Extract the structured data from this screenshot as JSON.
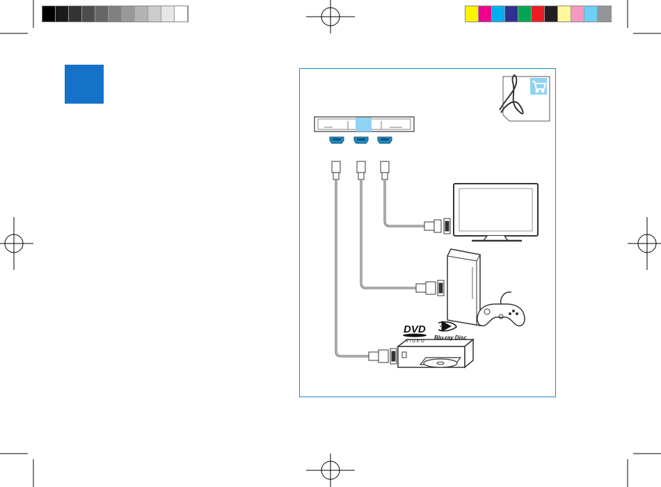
{
  "print_marks": {
    "gray_swatches": [
      "#000000",
      "#1a1a1a",
      "#333333",
      "#4d4d4d",
      "#666666",
      "#808080",
      "#999999",
      "#b3b3b3",
      "#cccccc",
      "#e6e6e6",
      "#ffffff"
    ],
    "color_swatches": [
      "#fff200",
      "#ec008c",
      "#00aeef",
      "#2e3192",
      "#00a651",
      "#ed1c24",
      "#231f20",
      "#fff799",
      "#f49ac1",
      "#6dcff6",
      "#939598"
    ]
  },
  "section_marker_color": "#1473c8",
  "diagram": {
    "frame_color": "#1b86c8",
    "highlight_color": "#8fd3f4",
    "shop_icon": "shopping-cart-icon",
    "devices": [
      "soundbar",
      "tv",
      "game-console",
      "game-controller",
      "disc-player"
    ],
    "logos": {
      "dvd_main": "DVD",
      "dvd_sub": "VIDEO",
      "bluray": "Blu-ray Disc"
    }
  }
}
